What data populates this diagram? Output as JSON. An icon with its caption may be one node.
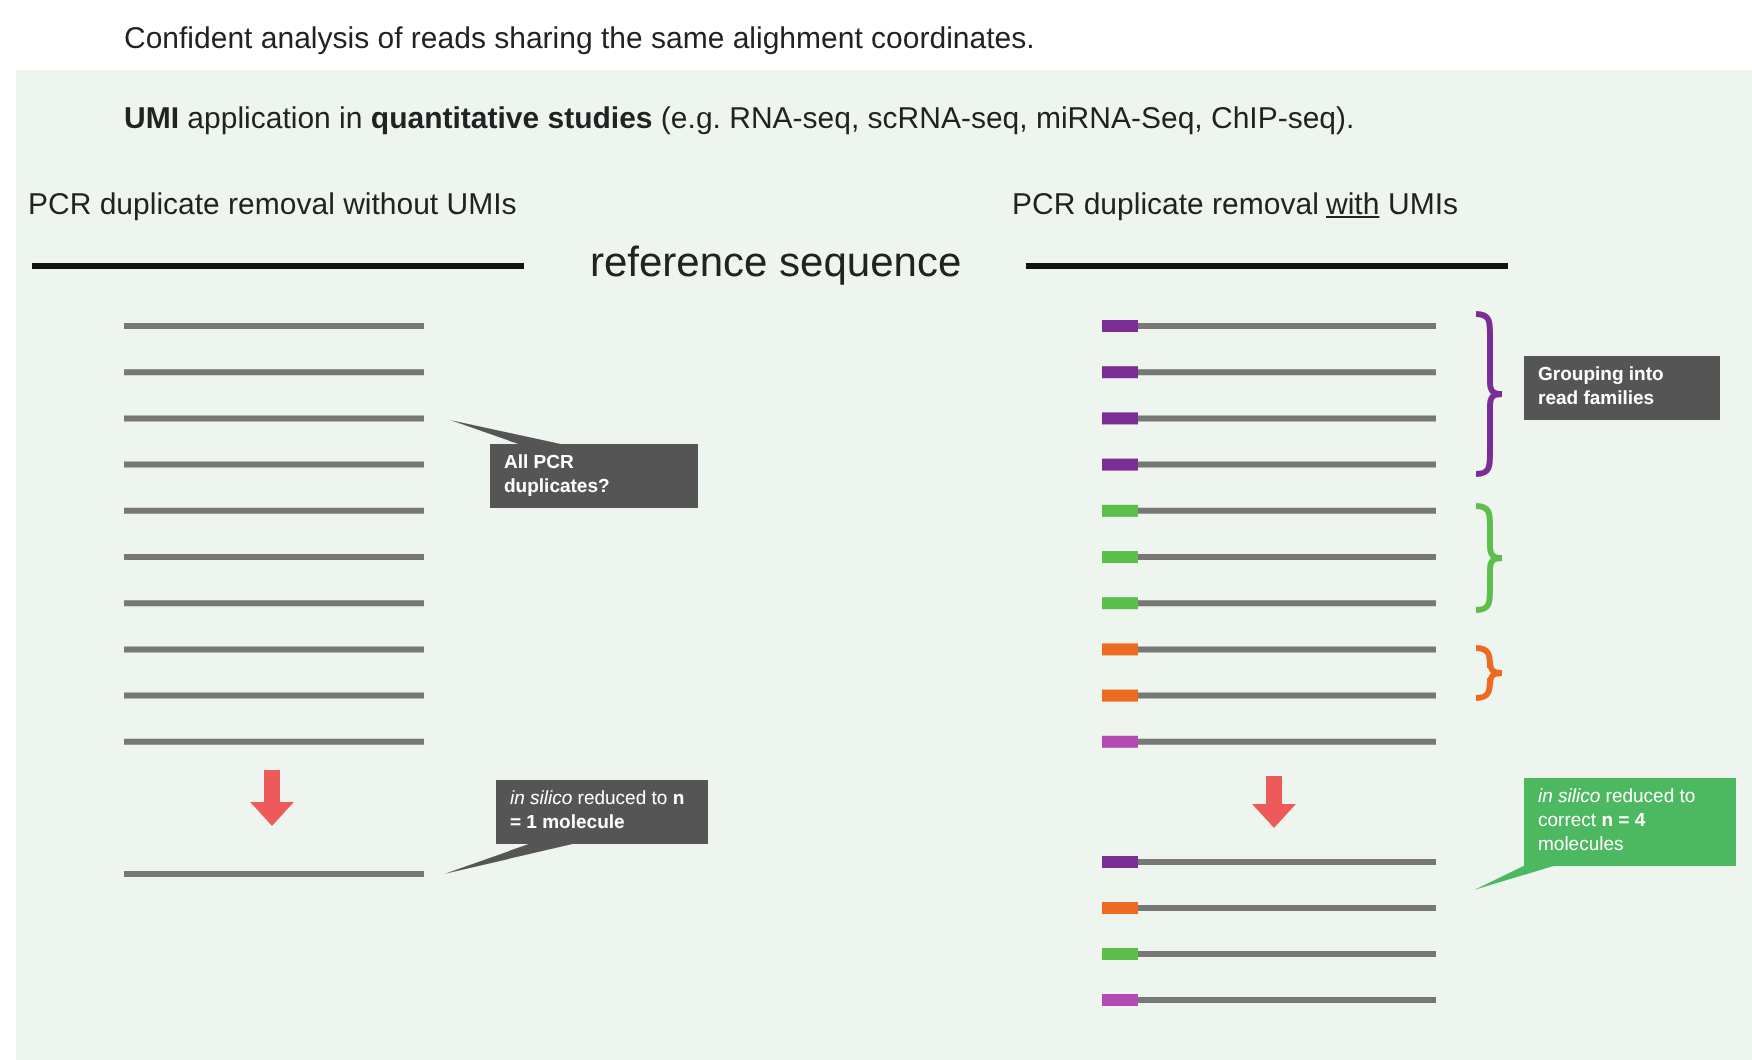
{
  "diagram": {
    "nodes": [
      {
        "text": [
          "All PCR duplicates?"
        ]
      },
      {
        "text": [
          "*in silico* reduced to **n = 1 molecule**"
        ]
      },
      {
        "text": [
          "Grouping into read families"
        ]
      },
      {
        "text": [
          "*in silico* reduced to correct **n = 4** molecules"
        ]
      }
    ],
    "labels": [
      "Confident analysis of reads sharing the same alighment coordinates.",
      "**UMI** application in **quantitative studies** (e.g. RNA-seq, scRNA-seq, miRNA-Seq, ChIP-seq).",
      "PCR duplicate removal without UMIs",
      "reference sequence",
      "PCR duplicate removal",
      "with",
      "UMIs"
    ]
  }
}
